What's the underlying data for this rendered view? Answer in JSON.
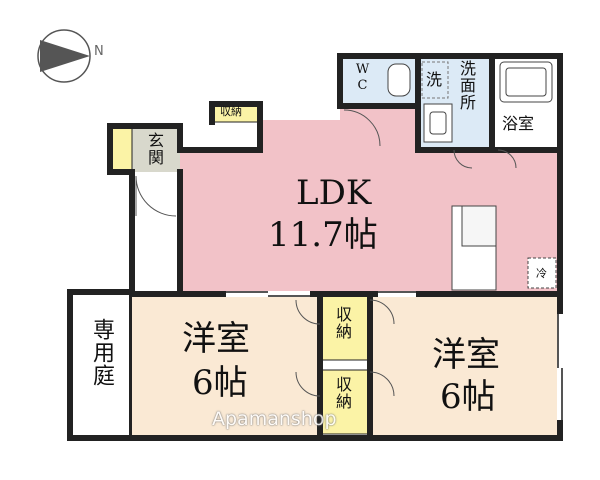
{
  "compass": {
    "north_label": "N"
  },
  "rooms": {
    "ldk": {
      "name": "LDK",
      "size": "11.7帖"
    },
    "western_room_1": {
      "name": "洋室",
      "size": "6帖"
    },
    "western_room_2": {
      "name": "洋室",
      "size": "6帖"
    },
    "entrance": {
      "name": "玄関"
    },
    "toilet": {
      "name": "WC"
    },
    "washroom": {
      "name": "洗面所"
    },
    "washer": {
      "name": "洗"
    },
    "bathroom": {
      "name": "浴室"
    },
    "refrigerator": {
      "name": "冷"
    },
    "storage_top": {
      "name": "収納"
    },
    "storage_mid": {
      "name": "収納"
    },
    "storage_low": {
      "name": "収納"
    },
    "private_garden": {
      "name": "専用庭"
    }
  },
  "watermark": "Apamanshop",
  "colors": {
    "ldk_fill": "#f2c2c8",
    "western_fill": "#fae9d4",
    "storage_fill": "#fbf3a6",
    "wet_fill": "#dceaf6",
    "entrance_fill": "#d8d8cc",
    "wall": "#222222"
  }
}
